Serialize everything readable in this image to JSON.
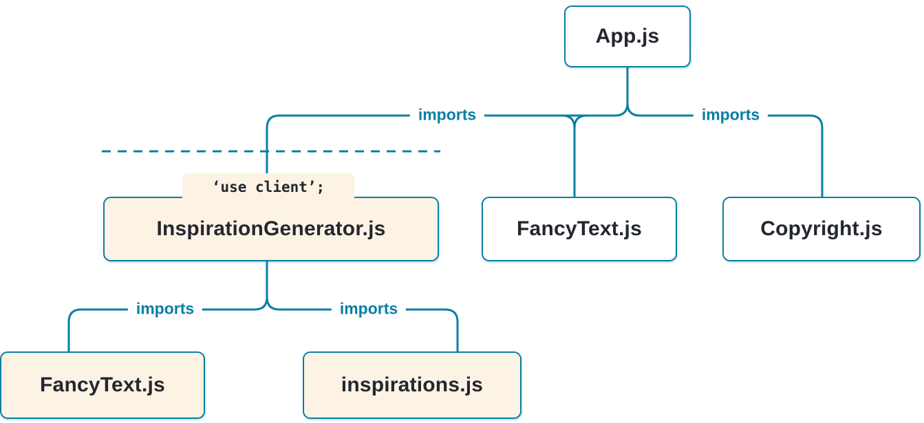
{
  "diagram": {
    "kind": "module-dependency-tree",
    "colors": {
      "accent": "#087ea4",
      "client_node_bg": "#fdf3e4",
      "server_node_bg": "#ffffff",
      "text": "#23272f"
    },
    "nodes": [
      {
        "id": "app",
        "label": "App.js",
        "kind": "server"
      },
      {
        "id": "inspiration-generator",
        "label": "InspirationGenerator.js",
        "kind": "client",
        "directive": "‘use client’;"
      },
      {
        "id": "fancytext-top",
        "label": "FancyText.js",
        "kind": "server"
      },
      {
        "id": "copyright",
        "label": "Copyright.js",
        "kind": "server"
      },
      {
        "id": "fancytext-bottom",
        "label": "FancyText.js",
        "kind": "client"
      },
      {
        "id": "inspirations",
        "label": "inspirations.js",
        "kind": "client"
      }
    ],
    "edges": [
      {
        "from": "app",
        "to": "inspiration-generator",
        "label": "imports"
      },
      {
        "from": "app",
        "to": "fancytext-top",
        "label": ""
      },
      {
        "from": "app",
        "to": "copyright",
        "label": "imports"
      },
      {
        "from": "inspiration-generator",
        "to": "fancytext-bottom",
        "label": "imports"
      },
      {
        "from": "inspiration-generator",
        "to": "inspirations",
        "label": "imports"
      }
    ],
    "boundary": {
      "style": "dashed",
      "meaning": "client boundary"
    }
  }
}
